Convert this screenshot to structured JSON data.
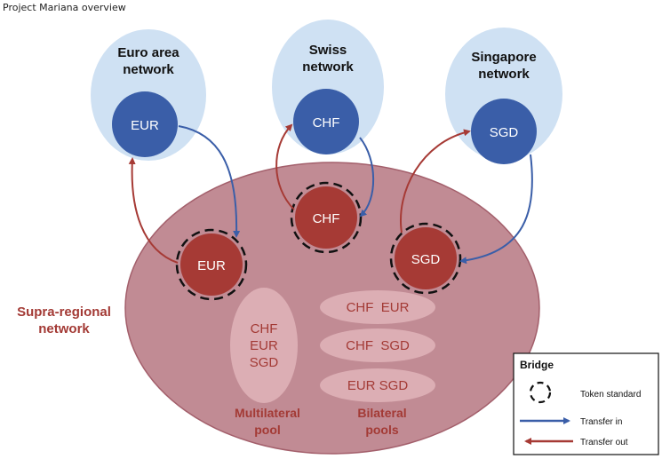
{
  "page_title": "Project Mariana overview",
  "networks": {
    "euro": {
      "label_line1": "Euro area",
      "label_line2": "network",
      "currency": "EUR"
    },
    "swiss": {
      "label_line1": "Swiss",
      "label_line2": "network",
      "currency": "CHF"
    },
    "singapore": {
      "label_line1": "Singapore",
      "label_line2": "network",
      "currency": "SGD"
    }
  },
  "supra": {
    "label_line1": "Supra-regional",
    "label_line2": "network",
    "tokens": [
      "EUR",
      "CHF",
      "SGD"
    ],
    "multilateral_pool": {
      "currencies": [
        "CHF",
        "EUR",
        "SGD"
      ],
      "label_line1": "Multilateral",
      "label_line2": "pool"
    },
    "bilateral_pools": {
      "pairs": [
        "CHF  EUR",
        "CHF  SGD",
        "EUR SGD"
      ],
      "label_line1": "Bilateral",
      "label_line2": "pools"
    }
  },
  "legend": {
    "title": "Bridge",
    "token_standard": "Token standard",
    "transfer_in": "Transfer in",
    "transfer_out": "Transfer out"
  },
  "colors": {
    "network_bubble": "#cfe1f3",
    "blue_node": "#3a5ea8",
    "supra_fill": "#c18b94",
    "supra_stroke": "#a35f6b",
    "red_node": "#a63a35",
    "pool_fill": "#dcaeb4",
    "label_red": "#a33a35",
    "arrow_blue": "#3a5ea8",
    "arrow_red": "#a63a35"
  }
}
